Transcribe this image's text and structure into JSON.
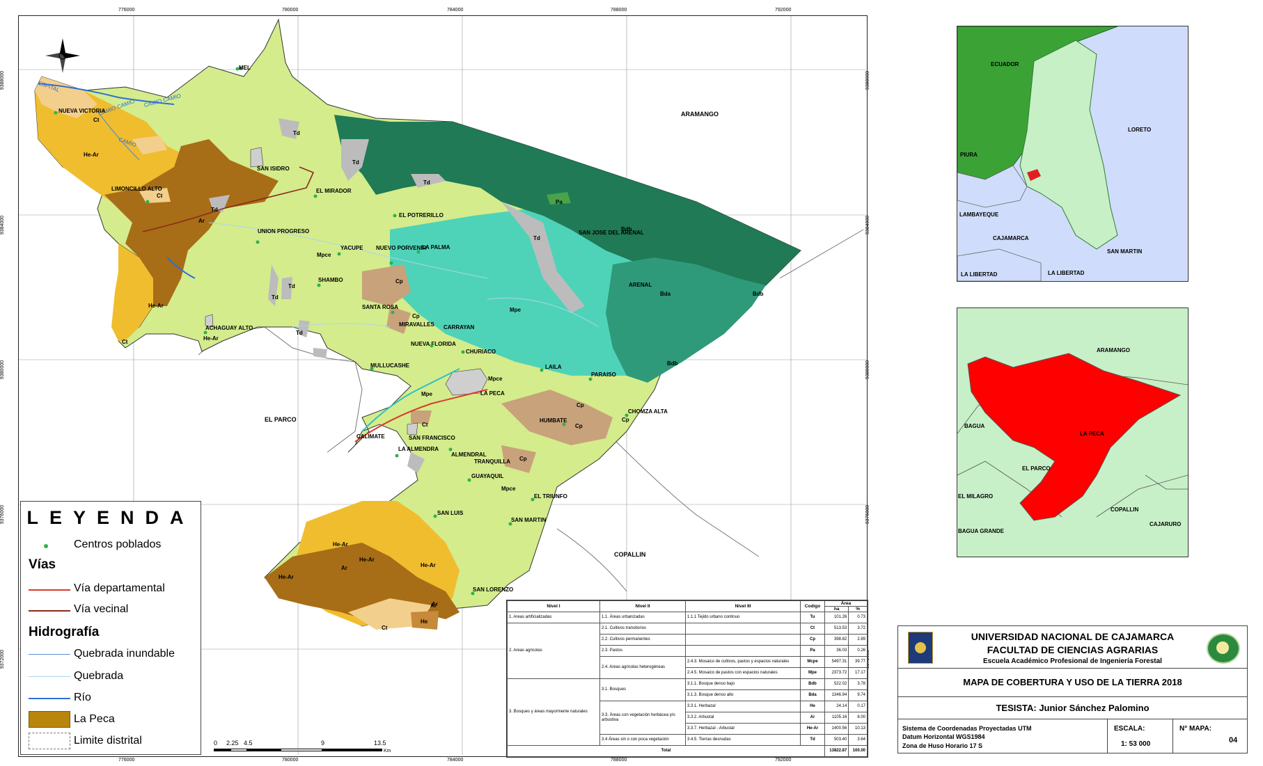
{
  "map": {
    "coords_top": [
      "776000",
      "780000",
      "784000",
      "788000",
      "792000"
    ],
    "coords_bottom": [
      "776000",
      "780000",
      "784000",
      "788000",
      "792000"
    ],
    "coords_left": [
      "9388000",
      "9384000",
      "9380000",
      "9376000",
      "9372000"
    ],
    "coords_right": [
      "9388000",
      "9384000",
      "9380000",
      "9376000",
      "9372000"
    ],
    "neighbors": [
      "ARAMANGO",
      "EL PARCO",
      "COPALLIN"
    ],
    "rivers": [
      "ESPITAL",
      "CAMIO CAMIO",
      "CAMIO CAMIO",
      "CAMIO"
    ],
    "localities": [
      "MEL",
      "NUEVA VICTORIA",
      "SAN ISIDRO",
      "LIMONCILLO ALTO",
      "EL MIRADOR",
      "EL POTRERILLO",
      "SAN JOSE DEL ARENAL",
      "UNION PROGRESO",
      "YACUPE",
      "NUEVO PORVENIR",
      "LA PALMA",
      "SHAMBO",
      "SANTA ROSA",
      "MIRAVALLES",
      "CARRAYAN",
      "NUEVA FLORIDA",
      "CHURIACO",
      "ACHAGUAY ALTO",
      "MULLUCASHE",
      "LA PECA",
      "LAILA",
      "PARAISO",
      "HUMBATE",
      "CHOMZA ALTA",
      "CALIMATE",
      "SAN FRANCISCO",
      "LA ALMENDRA",
      "ALMENDRAL",
      "TRANQUILLA",
      "GUAYAQUIL",
      "EL TRIUNFO",
      "SAN LUIS",
      "SAN MARTIN",
      "SAN LORENZO",
      "ARENAL"
    ],
    "codes": [
      "Ct",
      "He-Ar",
      "Ct",
      "Ar",
      "He-Ar",
      "Ct",
      "He-Ar",
      "Td",
      "Td",
      "Td",
      "Td",
      "Td",
      "Td",
      "Td",
      "Td",
      "Pa",
      "Bdb",
      "Bda",
      "Bdb",
      "Bdb",
      "Mpce",
      "Mpe",
      "Cp",
      "Cp",
      "Cp",
      "Mpce",
      "Mpe",
      "Ct",
      "Cp",
      "Cp",
      "Cp",
      "Mpce",
      "He-Ar",
      "Ar",
      "He-Ar",
      "He-Ar",
      "Ar",
      "He-Ar",
      "Ct",
      "He",
      "Ar"
    ]
  },
  "legend": {
    "title": "LEYENDA",
    "centros": "Centros poblados",
    "vias_h": "Vías",
    "via_dep": "Vía departamental",
    "via_vec": "Vía vecinal",
    "hidro_h": "Hidrografía",
    "q_inund": "Quebrada inundable",
    "quebrada": "Quebrada",
    "rio": "Río",
    "la_peca": "La Peca",
    "limite": "Limite distrital",
    "scale": [
      "0",
      "2.25",
      "4.5",
      "9",
      "13.5"
    ],
    "scale_unit": "Km",
    "colors": {
      "road_dep": "#d93b2b",
      "road_vec": "#8b2a1c",
      "q_inund": "#5b8fd6",
      "quebrada": "#a9d6ee",
      "rio": "#2f6fd6",
      "peca": "#b8860b",
      "point": "#2fb34a"
    }
  },
  "table": {
    "headers": {
      "n1": "Nivel I",
      "n2": "Nivel II",
      "n3": "Nivel III",
      "code": "Codigo",
      "area": "Área",
      "ha": "ha",
      "pct": "%"
    },
    "rows": [
      {
        "n1": "1. Areas artificializadas",
        "n2": "1.1. Áreas urbanizadas",
        "n3": "1.1.1 Tejido urbano continuo",
        "code": "Tu",
        "ha": "101.26",
        "pct": "0.73"
      },
      {
        "n1": "2. Areas agricolas",
        "n2": "2.1. Cultivos transitorios",
        "n3": "",
        "code": "Ct",
        "ha": "513.53",
        "pct": "3.72"
      },
      {
        "n1": "",
        "n2": "2.2. Cultivos permanentes",
        "n3": "",
        "code": "Cp",
        "ha": "398.82",
        "pct": "2.89"
      },
      {
        "n1": "",
        "n2": "2.3. Pastos",
        "n3": "",
        "code": "Pa",
        "ha": "36.03",
        "pct": "0.26"
      },
      {
        "n1": "",
        "n2": "2.4. Areas agricolas heterogéneas",
        "n3": "2.4.3. Mosaico de cultivos, pastos y espacios naturales",
        "code": "Mcpe",
        "ha": "5497.31",
        "pct": "39.77"
      },
      {
        "n1": "",
        "n2": "",
        "n3": "2.4.5. Mosaico de pastos con espacios naturales",
        "code": "Mpe",
        "ha": "2373.72",
        "pct": "17.17"
      },
      {
        "n1": "3. Bosques y áreas mayormente naturales",
        "n2": "3.1. Bosques",
        "n3": "3.1.1. Bosque denso bajo",
        "code": "Bdb",
        "ha": "522.02",
        "pct": "3.78"
      },
      {
        "n1": "",
        "n2": "",
        "n3": "3.1.3. Bosque denso alto",
        "code": "Bda",
        "ha": "1346.94",
        "pct": "9.74"
      },
      {
        "n1": "",
        "n2": "3.3. Áreas con vegetación herbácea y/o arbustiva",
        "n3": "3.3.1. Herbazal",
        "code": "He",
        "ha": "24.14",
        "pct": "0.17"
      },
      {
        "n1": "",
        "n2": "",
        "n3": "3.3.2. Arbustal",
        "code": "Ar",
        "ha": "1105.16",
        "pct": "8.00"
      },
      {
        "n1": "",
        "n2": "",
        "n3": "3.3.7. Herbazal - Arbustal",
        "code": "He-Ar",
        "ha": "1400.56",
        "pct": "10.13"
      },
      {
        "n1": "",
        "n2": "3.4 Áreas sin o con poca vegetación",
        "n3": "3.4.5. Tierras desnudas",
        "code": "Td",
        "ha": "503.40",
        "pct": "3.64"
      }
    ],
    "total_label": "Total",
    "total_ha": "13822.87",
    "total_pct": "100.00"
  },
  "inset_peru": {
    "labels": [
      "ECUADOR",
      "LORETO",
      "PIURA",
      "LAMBAYEQUE",
      "CAJAMARCA",
      "SAN MARTIN",
      "LA LIBERTAD",
      "LA LIBERTAD"
    ]
  },
  "inset_district": {
    "labels": [
      "ARAMANGO",
      "BAGUA",
      "LA PECA",
      "EL PARCO",
      "EL MILAGRO",
      "BAGUA GRANDE",
      "COPALLIN",
      "CAJARURO"
    ]
  },
  "title_block": {
    "univ": "UNIVERSIDAD NACIONAL DE CAJAMARCA",
    "faculty": "FACULTAD DE CIENCIAS AGRARIAS",
    "school": "Escuela Académico Profesional de Ingeniería Forestal",
    "map_title": "MAPA DE COBERTURA Y USO DE LA TIERRA 2018",
    "tesista": "TESISTA: Junior Sánchez Palomino",
    "crs1": "Sistema de Coordenadas Proyectadas UTM",
    "crs2": "Datum Horizontal WGS1984",
    "crs3": "Zona de Huso Horario 17 S",
    "escala_label": "ESCALA:",
    "escala_value": "1: 53 000",
    "nmapa_label": "N° MAPA:",
    "nmapa_value": "04"
  }
}
